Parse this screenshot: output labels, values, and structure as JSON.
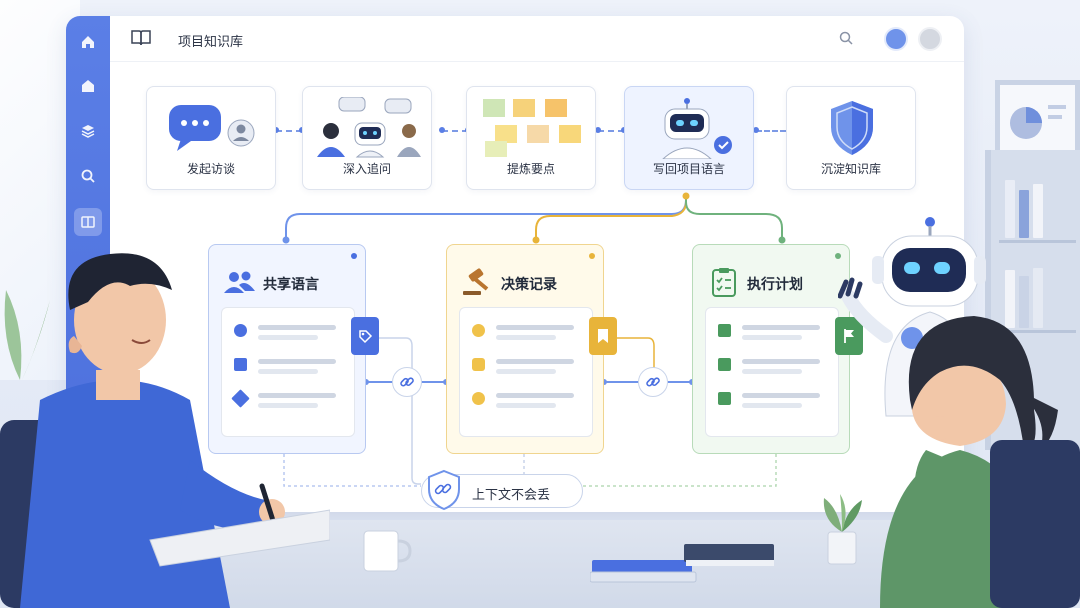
{
  "header": {
    "title": "项目知识库"
  },
  "steps": [
    {
      "label": "发起访谈"
    },
    {
      "label": "深入追问"
    },
    {
      "label": "提炼要点"
    },
    {
      "label": "写回项目语言"
    },
    {
      "label": "沉淀知识库"
    }
  ],
  "cards": [
    {
      "title": "共享语言"
    },
    {
      "title": "决策记录"
    },
    {
      "title": "执行计划"
    }
  ],
  "context": {
    "label": "上下文不会丢"
  },
  "colors": {
    "primary": "#4c6fdc",
    "blue": "#4a6fe0",
    "yellow": "#e8b43a",
    "green": "#4a9a5e"
  },
  "icons": {
    "sidebar": [
      "home-icon",
      "house-icon",
      "layers-icon",
      "search-icon",
      "knowledge-book-icon"
    ],
    "topbar": [
      "book-icon",
      "search-icon"
    ]
  }
}
